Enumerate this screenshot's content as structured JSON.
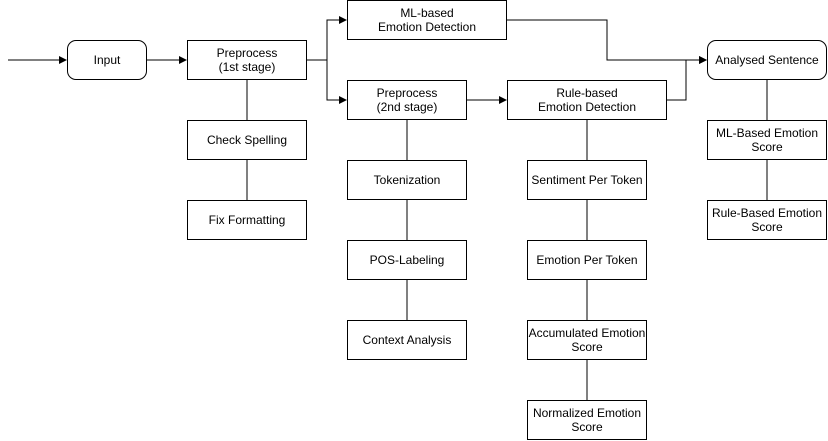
{
  "diagram": {
    "nodes": {
      "input": "Input",
      "preprocess1": "Preprocess\n(1st stage)",
      "check_spelling": "Check Spelling",
      "fix_formatting": "Fix Formatting",
      "ml_emotion": "ML-based\nEmotion Detection",
      "preprocess2": "Preprocess\n(2nd stage)",
      "tokenization": "Tokenization",
      "pos_labeling": "POS-Labeling",
      "context_analysis": "Context Analysis",
      "rule_emotion": "Rule-based\nEmotion Detection",
      "sentiment_per_token": "Sentiment Per Token",
      "emotion_per_token": "Emotion Per Token",
      "accumulated_score": "Accumulated Emotion\nScore",
      "normalized_score": "Normalized Emotion\nScore",
      "analysed_sentence": "Analysed Sentence",
      "ml_based_score": "ML-Based Emotion\nScore",
      "rule_based_score": "Rule-Based Emotion\nScore"
    }
  }
}
